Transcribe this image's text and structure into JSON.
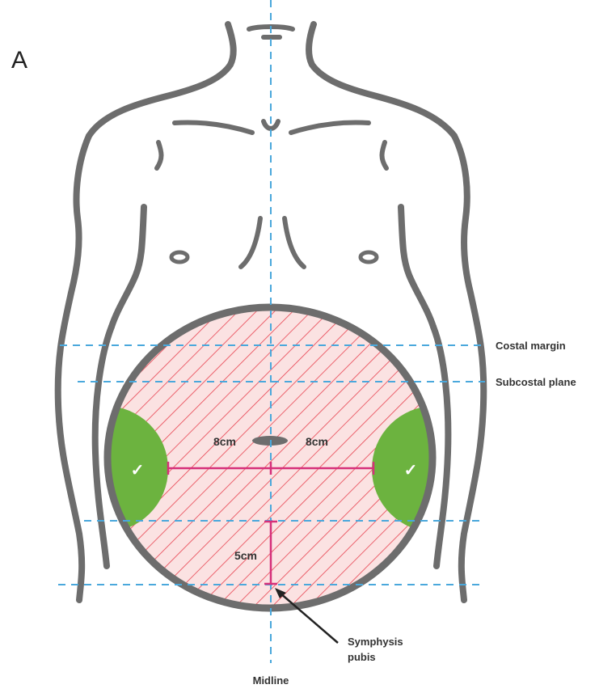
{
  "panel_label": "A",
  "planes": {
    "costal_margin": "Costal margin",
    "subcostal_plane": "Subcostal plane",
    "midline": "Midline"
  },
  "landmarks": {
    "symphysis_line1": "Symphysis",
    "symphysis_line2": "pubis"
  },
  "measurements": {
    "left_lateral": "8cm",
    "right_lateral": "8cm",
    "inferior": "5cm"
  },
  "marks": {
    "left_check": "✓",
    "right_check": "✓"
  },
  "colors": {
    "outline": "#6d6d6d",
    "guide_line": "#4aa8dc",
    "hatch_fill": "#fbe2e2",
    "hatch_stroke": "#e8414f",
    "measure_line": "#d6307a",
    "safe_zone": "#6cb33f"
  }
}
